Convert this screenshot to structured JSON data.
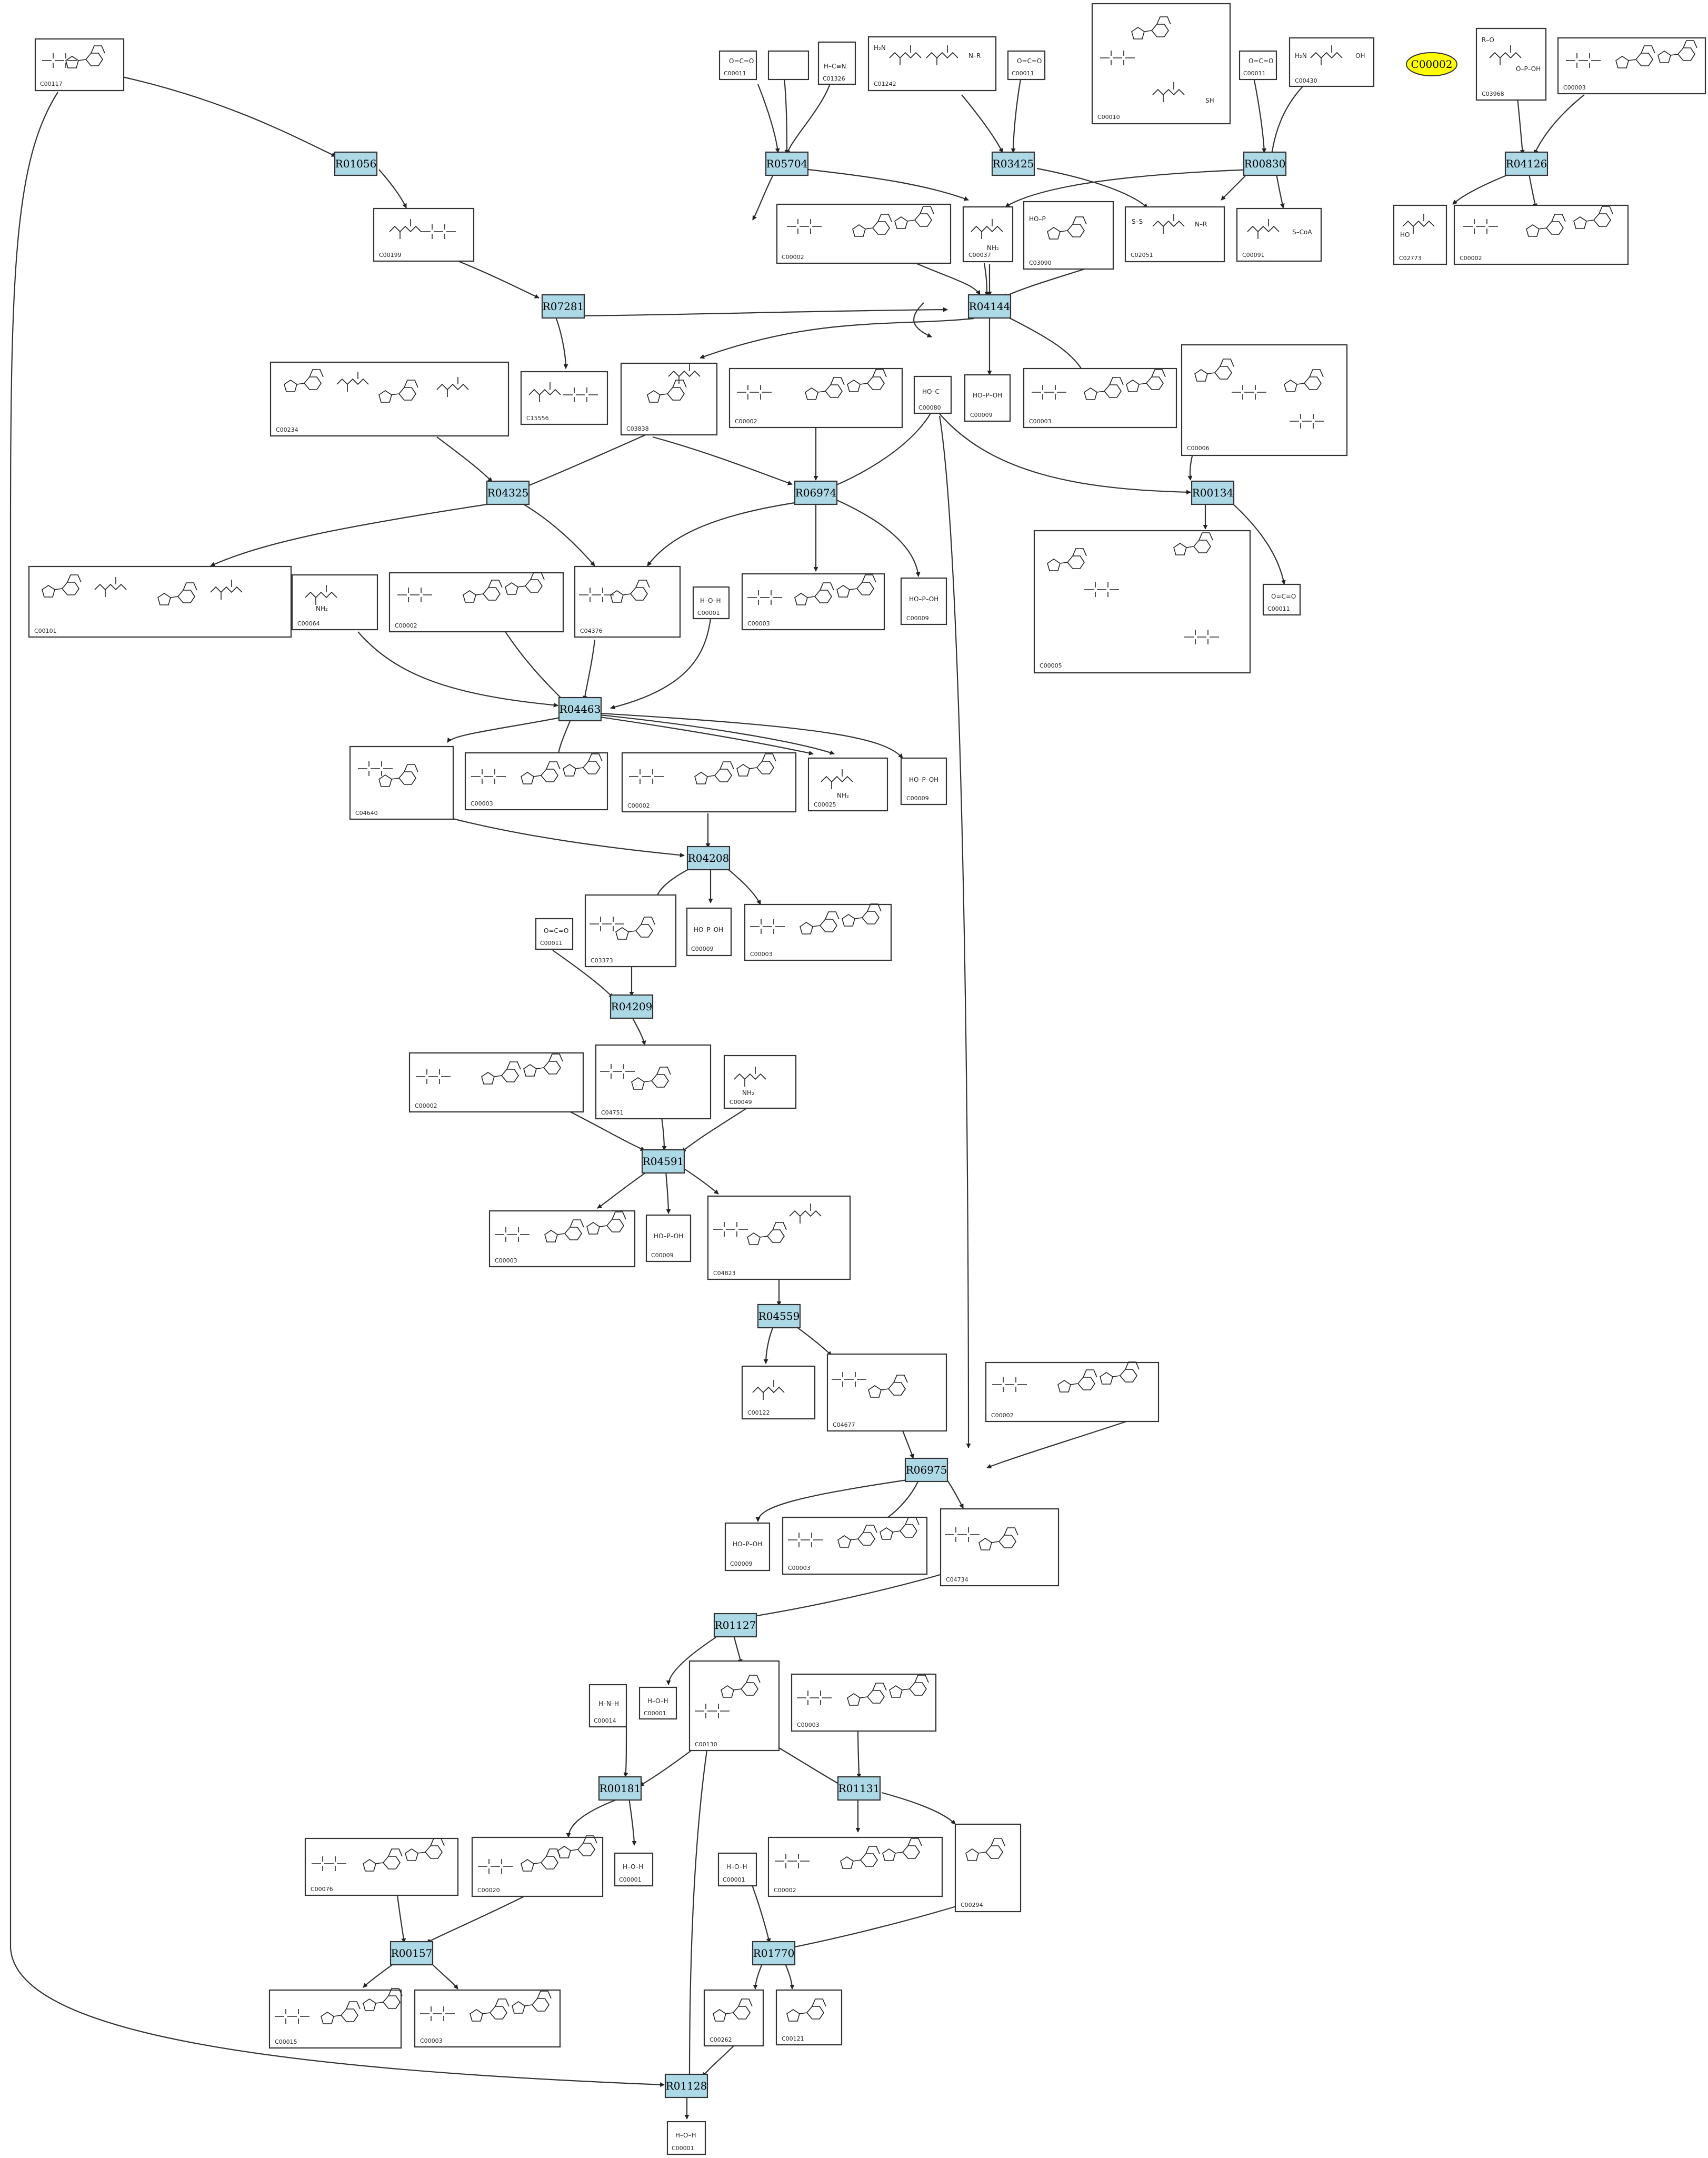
{
  "diagram": {
    "reactions": {
      "R01056": "R01056",
      "R05704": "R05704",
      "R03425": "R03425",
      "R00830": "R00830",
      "R04126": "R04126",
      "R07281": "R07281",
      "R04144": "R04144",
      "R04325": "R04325",
      "R06974": "R06974",
      "R00134": "R00134",
      "R04463": "R04463",
      "R04208": "R04208",
      "R04209": "R04209",
      "R04591": "R04591",
      "R04559": "R04559",
      "R06975": "R06975",
      "R01127": "R01127",
      "R00181": "R00181",
      "R01131": "R01131",
      "R00157": "R00157",
      "R01770": "R01770",
      "R01128": "R01128"
    },
    "compounds": {
      "c_C00117": "C00117",
      "c_C00011a": "C00011",
      "c_C01326": "C01326",
      "c_C01242": "C01242",
      "c_C00011b": "C00011",
      "c_C00010": "C00010",
      "c_C00011c": "C00011",
      "c_C00430": "C00430",
      "c_C03968": "C03968",
      "c_C00003a": "C00003",
      "c_C00199": "C00199",
      "c_C00002a": "C00002",
      "c_C00037": "C00037",
      "c_C03090": "C03090",
      "c_C02051": "C02051",
      "c_C00091": "C00091",
      "c_C02773": "C02773",
      "c_C00002b": "C00002",
      "c_C00234": "C00234",
      "c_C15556": "C15556",
      "c_C03838": "C03838",
      "c_C00002c": "C00002",
      "c_C00080": "C00080",
      "c_C00009a": "C00009",
      "c_C00003b": "C00003",
      "c_C00006": "C00006",
      "c_C00101": "C00101",
      "c_C00064": "C00064",
      "c_C00002d": "C00002",
      "c_C04376": "C04376",
      "c_C00001a": "C00001",
      "c_C00003c": "C00003",
      "c_C00009b": "C00009",
      "c_C00005": "C00005",
      "c_C00011d": "C00011",
      "c_C04640": "C04640",
      "c_C00003d": "C00003",
      "c_C00002e": "C00002",
      "c_C00025": "C00025",
      "c_C00009c": "C00009",
      "c_C03373": "C03373",
      "c_C00009d": "C00009",
      "c_C00003e": "C00003",
      "c_C00011e": "C00011",
      "c_C00002f": "C00002",
      "c_C04751": "C04751",
      "c_C00049": "C00049",
      "c_C00003f": "C00003",
      "c_C00009e": "C00009",
      "c_C04823": "C04823",
      "c_C00122": "C00122",
      "c_C04677": "C04677",
      "c_C00002g": "C00002",
      "c_C00009f": "C00009",
      "c_C00003g": "C00003",
      "c_C04734": "C04734",
      "c_C00014": "C00014",
      "c_C00001b": "C00001",
      "c_C00130": "C00130",
      "c_C00003h": "C00003",
      "c_C00076": "C00076",
      "c_C00020": "C00020",
      "c_C00001c": "C00001",
      "c_C00002h": "C00002",
      "c_C00294": "C00294",
      "c_C00001d": "C00001",
      "c_C00015": "C00015",
      "c_C00003i": "C00003",
      "c_C00262": "C00262",
      "c_C00121": "C00121",
      "c_C00001e": "C00001"
    },
    "highlight": {
      "label": "C00002",
      "color": "#ffff00"
    },
    "colors": {
      "reaction_fill": "#add8e6",
      "edge": "#333333"
    }
  }
}
